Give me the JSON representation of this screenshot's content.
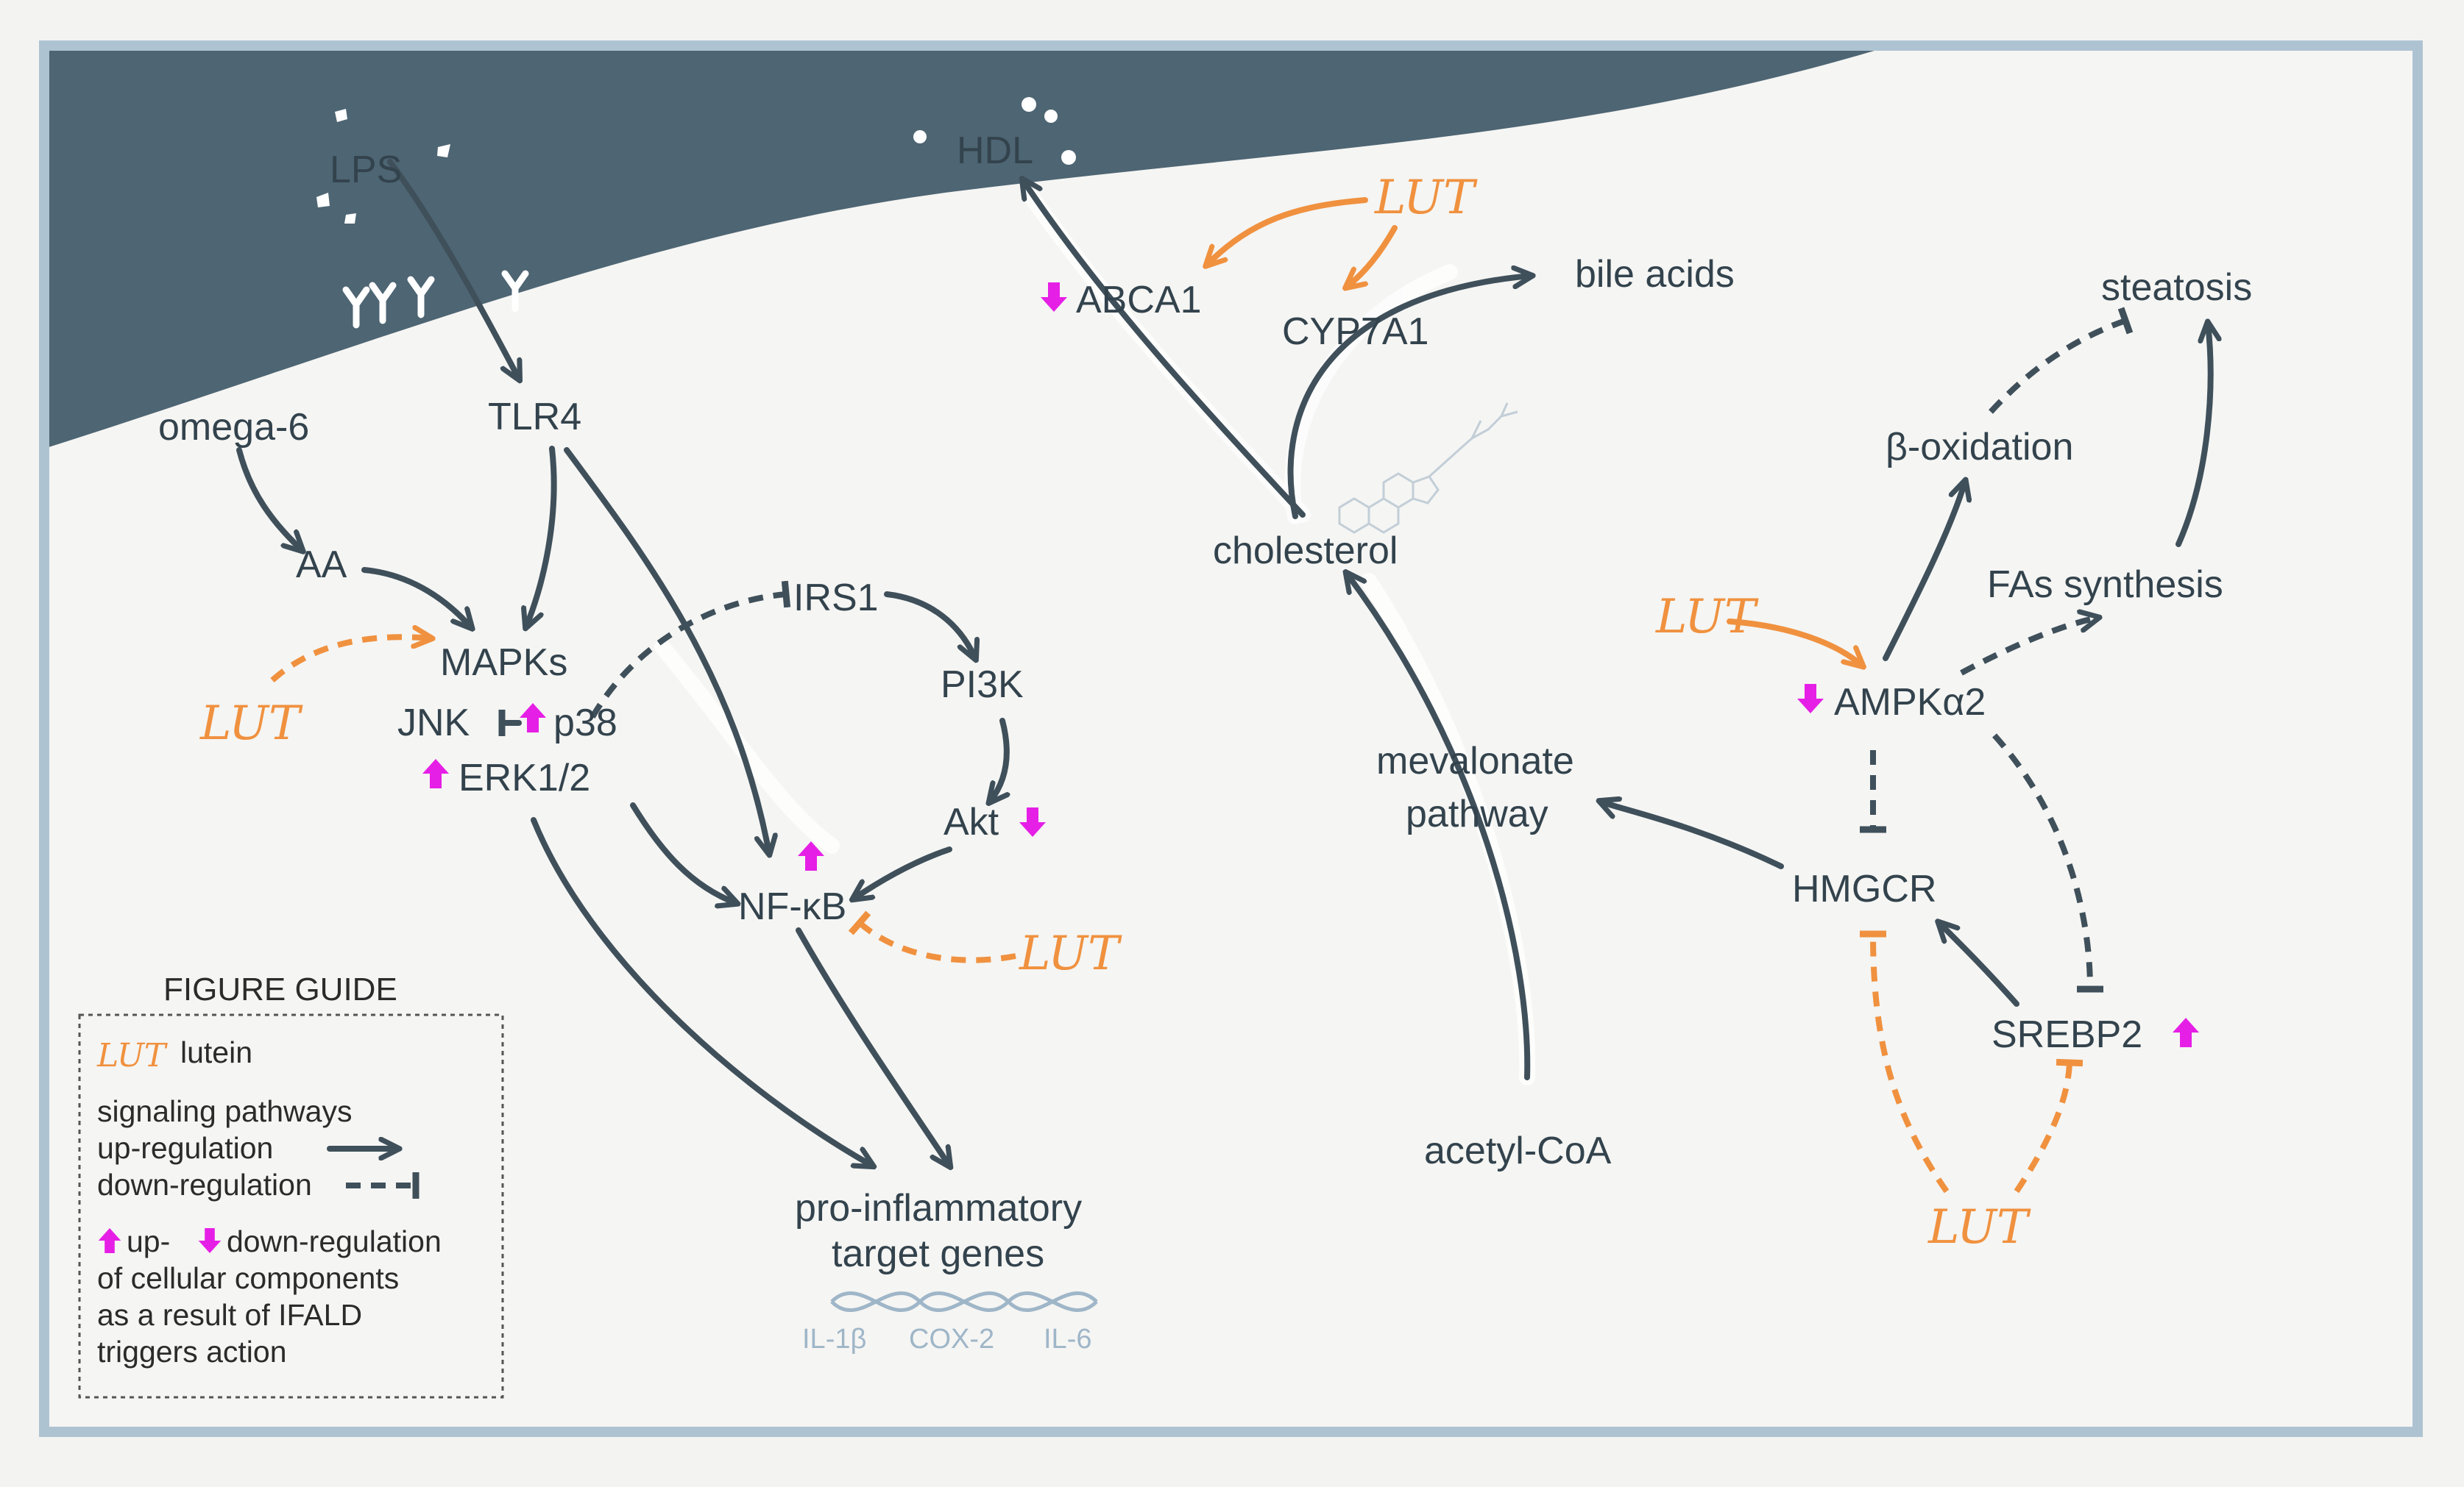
{
  "colors": {
    "membrane": "#4e6573",
    "frame": "#aec3d2",
    "arrow": "#3f505b",
    "lutein": "#f0913f",
    "marker": "#e61fe6",
    "gene": "#9fb6c8"
  },
  "lutein_symbol": "LUT",
  "nodes": {
    "lps": "LPS",
    "hdl": "HDL",
    "abca1": "ABCA1",
    "cyp7a1": "CYP7A1",
    "bile_acids": "bile acids",
    "steatosis": "steatosis",
    "omega6": "omega-6",
    "tlr4": "TLR4",
    "beta_oxidation": "β-oxidation",
    "cholesterol": "cholesterol",
    "aa": "AA",
    "irs1": "IRS1",
    "fas_synthesis": "FAs synthesis",
    "mapks": "MAPKs",
    "pi3k": "PI3K",
    "ampk": "AMPKα2",
    "jnk": "JNK",
    "p38": "p38",
    "mevalonate_1": "mevalonate",
    "mevalonate_2": "pathway",
    "erk": "ERK1/2",
    "akt": "Akt",
    "nfkb": "NF-κB",
    "hmgcr": "HMGCR",
    "srebp2": "SREBP2",
    "acetyl_coa": "acetyl-CoA",
    "proinflam_1": "pro-inflammatory",
    "proinflam_2": "target genes"
  },
  "genes": [
    "IL-1β",
    "COX-2",
    "IL-6"
  ],
  "guide": {
    "title": "FIGURE GUIDE",
    "lutein": "lutein",
    "signaling": "signaling pathways",
    "up_regulation": "up-regulation",
    "down_regulation": "down-regulation",
    "marker_line1_up": "up-",
    "marker_line1_down": "down-regulation",
    "marker_line2": "of cellular components",
    "marker_line3": "as a result of IFALD",
    "marker_line4": "triggers action"
  }
}
